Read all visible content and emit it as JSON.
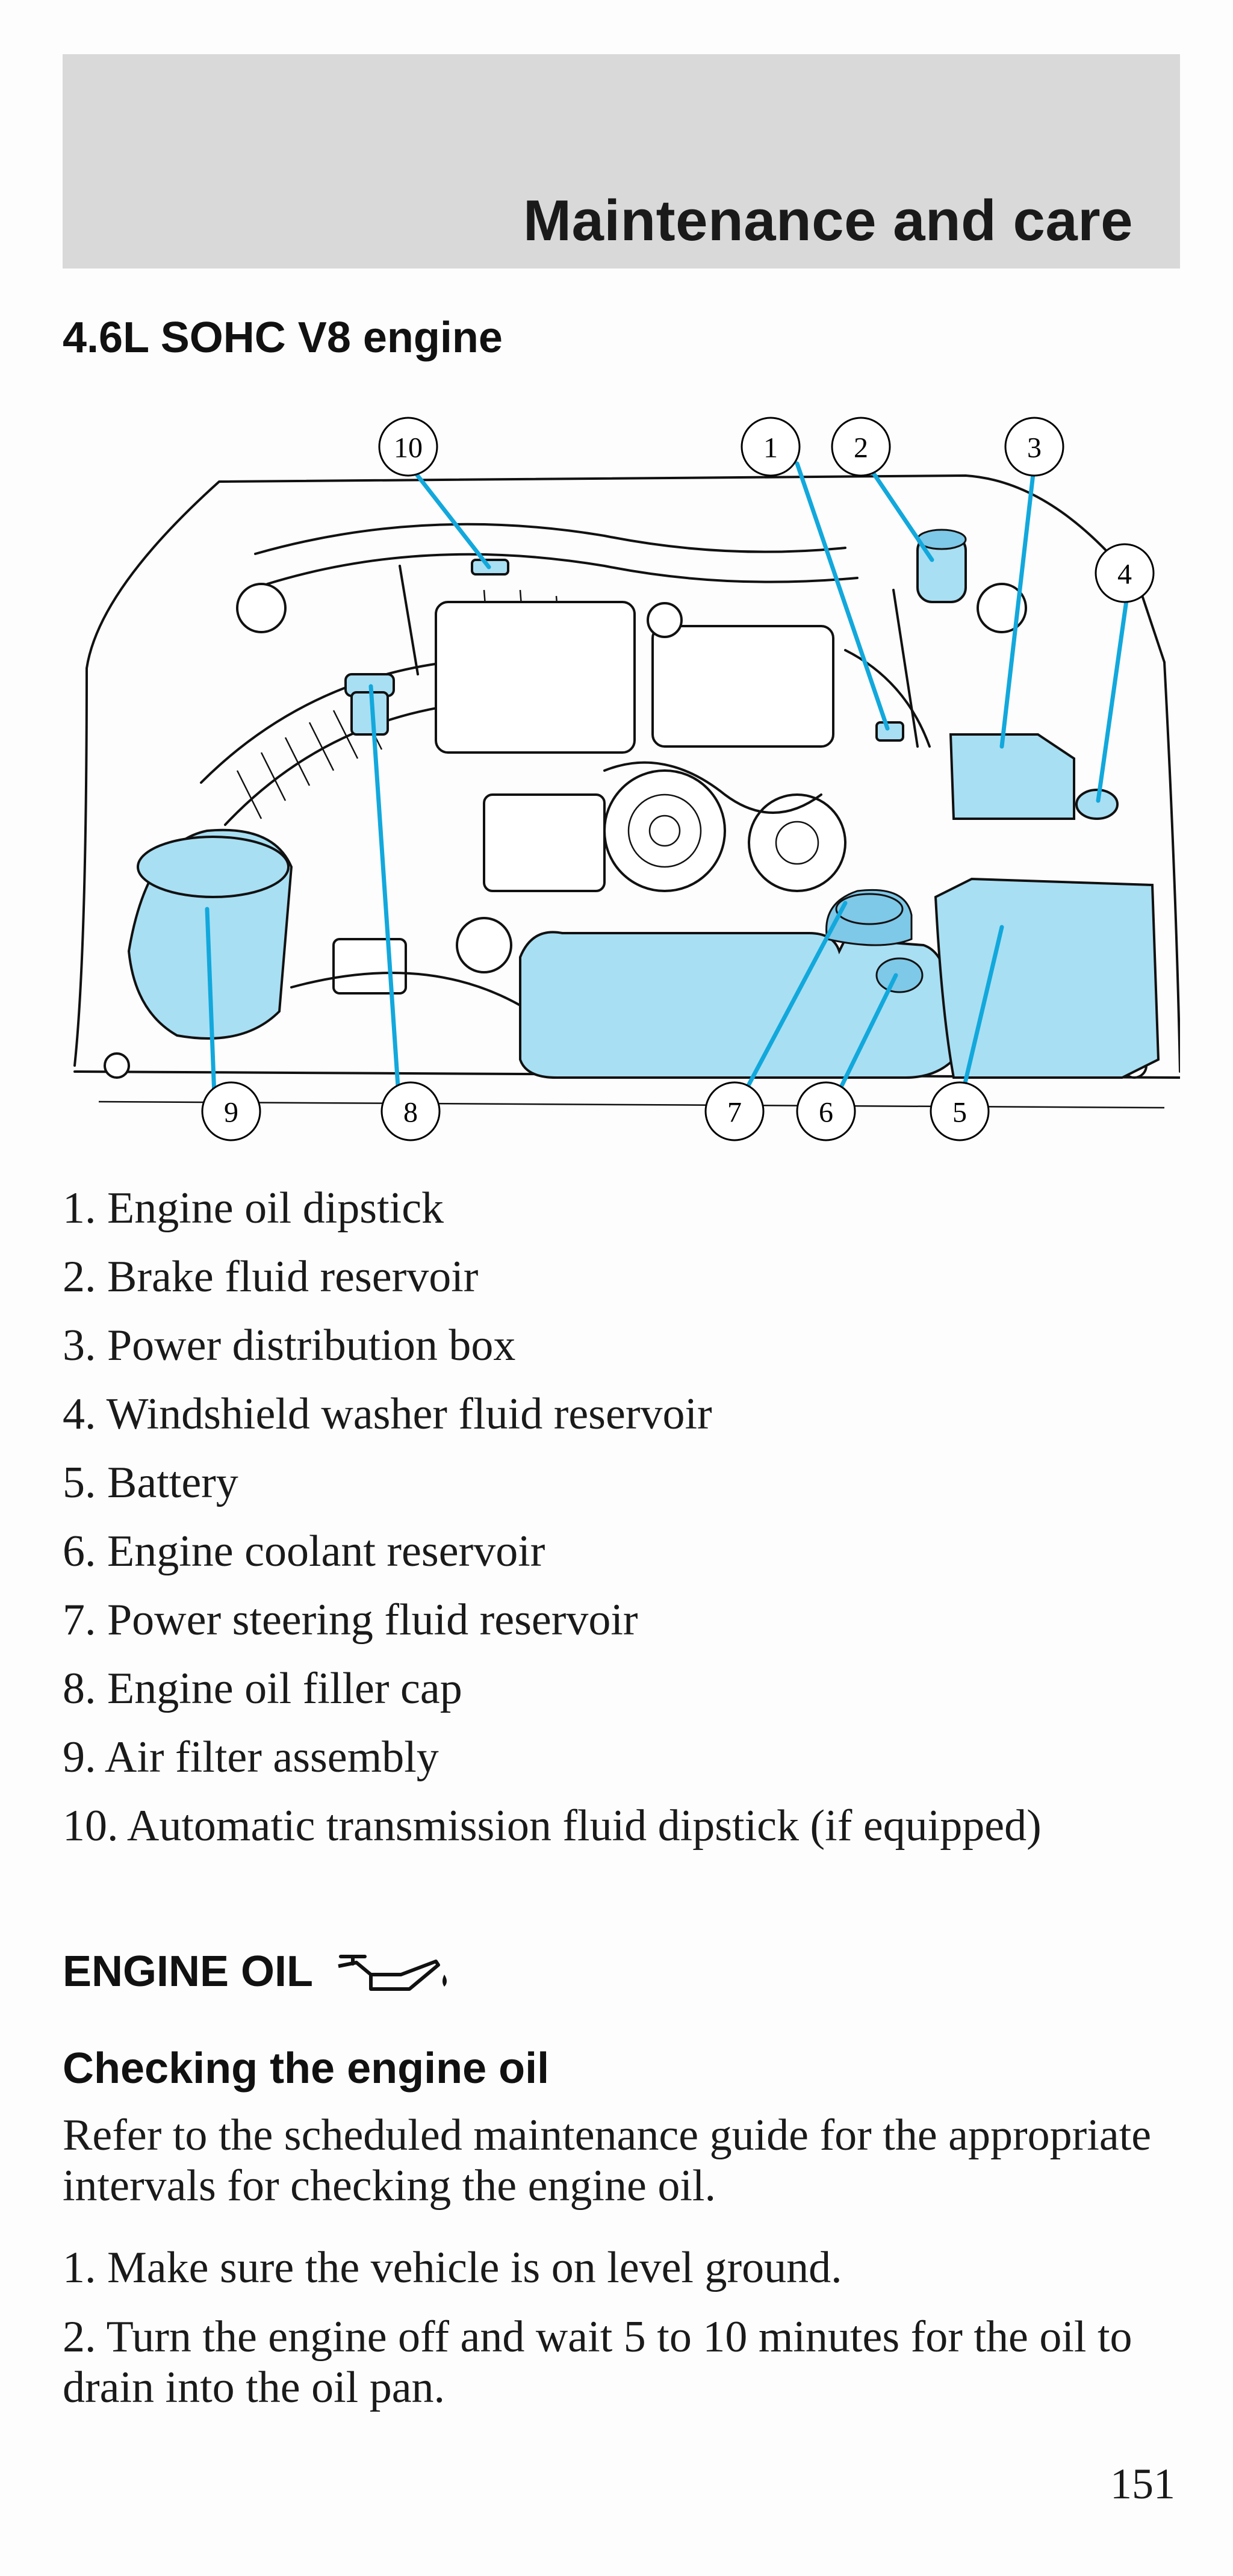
{
  "header": {
    "title": "Maintenance and care"
  },
  "section": {
    "title": "4.6L SOHC V8 engine"
  },
  "figure": {
    "callouts": [
      "10",
      "1",
      "2",
      "3",
      "4",
      "9",
      "8",
      "7",
      "6",
      "5"
    ],
    "colors": {
      "highlight": "#a8dff3",
      "leader": "#12a8dc"
    }
  },
  "legend": {
    "items": [
      "1. Engine oil dipstick",
      "2. Brake fluid reservoir",
      "3. Power distribution box",
      "4. Windshield washer fluid reservoir",
      "5. Battery",
      "6. Engine coolant reservoir",
      "7. Power steering fluid reservoir",
      "8. Engine oil filler cap",
      "9. Air filter assembly",
      "10. Automatic transmission fluid dipstick (if equipped)"
    ]
  },
  "engine_oil": {
    "heading": "ENGINE OIL",
    "icon": "oil-can-icon",
    "subheading": "Checking the engine oil",
    "intro": "Refer to the scheduled maintenance guide for the appropriate intervals for checking the engine oil.",
    "steps": [
      "1. Make sure the vehicle is on level ground.",
      "2. Turn the engine off and wait 5 to 10 minutes for the oil to drain into the oil pan."
    ]
  },
  "page_number": "151"
}
